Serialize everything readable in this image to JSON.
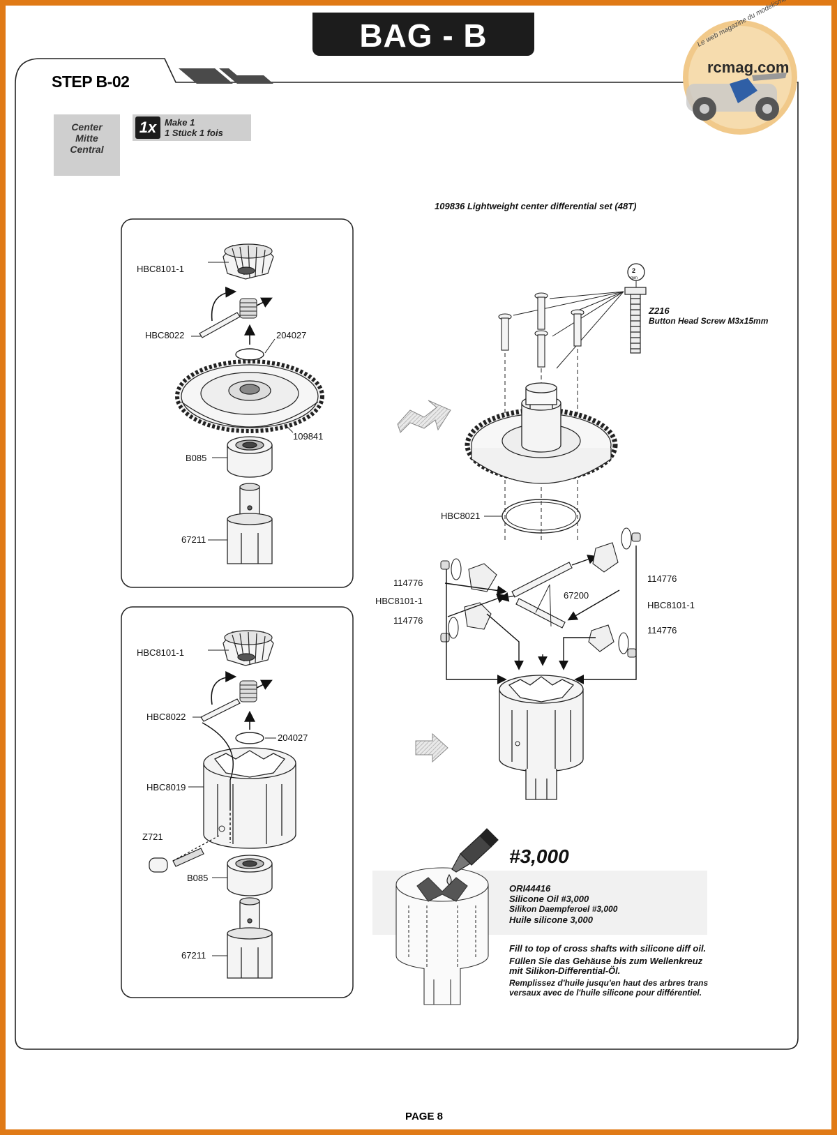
{
  "header": {
    "bag_title": "BAG - B",
    "step_title": "STEP B-02"
  },
  "position_box": {
    "lines": [
      "Center",
      "Mitte",
      "Central"
    ]
  },
  "quantity_box": {
    "badge": "1x",
    "line1": "Make 1",
    "line2": "1 Stück   1 fois"
  },
  "logo": {
    "brand": "rcmag.com",
    "tagline": "Le web magazine du modelisme"
  },
  "set_title": "109836 Lightweight center differential set (48T)",
  "screw": {
    "tool_size": "2",
    "tool_unit": "mm",
    "part": "Z216",
    "desc": "Button Head Screw M3x15mm"
  },
  "panel1_labels": {
    "bevel": "HBC8101-1",
    "pin": "HBC8022",
    "washer": "204027",
    "gear": "109841",
    "bearing": "B085",
    "outdrive": "67211"
  },
  "panel2_labels": {
    "bevel": "HBC8101-1",
    "pin": "HBC8022",
    "washer": "204027",
    "case": "HBC8019",
    "setscrew": "Z721",
    "bearing": "B085",
    "outdrive": "67211"
  },
  "main_labels": {
    "gasket": "HBC8021",
    "washer_l1": "114776",
    "washer_l2": "114776",
    "gear_l": "HBC8101-1",
    "shaft": "67200",
    "washer_r1": "114776",
    "gear_r": "HBC8101-1",
    "washer_r2": "114776"
  },
  "oil": {
    "weight": "#3,000",
    "code": "ORI44416",
    "name_en": "Silicone Oil #3,000",
    "name_de": "Silikon Daempferoel #3,000",
    "name_fr": "Huile silicone 3,000",
    "fill_en": "Fill to top of cross shafts with silicone diff oil.",
    "fill_de1": "Füllen Sie das Gehäuse bis zum Wellenkreuz",
    "fill_de2": "mit Silikon-Differential-Öl.",
    "fill_fr1": "Remplissez d'huile jusqu'en haut des arbres trans",
    "fill_fr2": "versaux avec de l'huile silicone pour différentiel."
  },
  "footer": {
    "page": "PAGE 8"
  }
}
